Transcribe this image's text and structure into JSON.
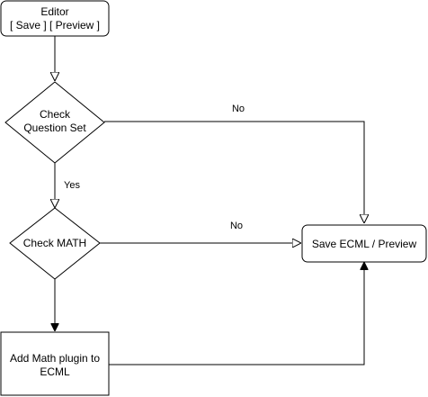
{
  "nodes": {
    "editor": {
      "line1": "Editor",
      "line2": "[ Save ] [ Preview ]"
    },
    "check_question_set": {
      "line1": "Check",
      "line2": "Question Set"
    },
    "check_math": {
      "label": "Check MATH"
    },
    "save_ecml": {
      "label": "Save ECML / Preview"
    },
    "add_math_plugin": {
      "line1": "Add Math plugin to",
      "line2": "ECML"
    }
  },
  "edges": {
    "question_set_no": "No",
    "question_set_yes": "Yes",
    "math_no": "No"
  }
}
